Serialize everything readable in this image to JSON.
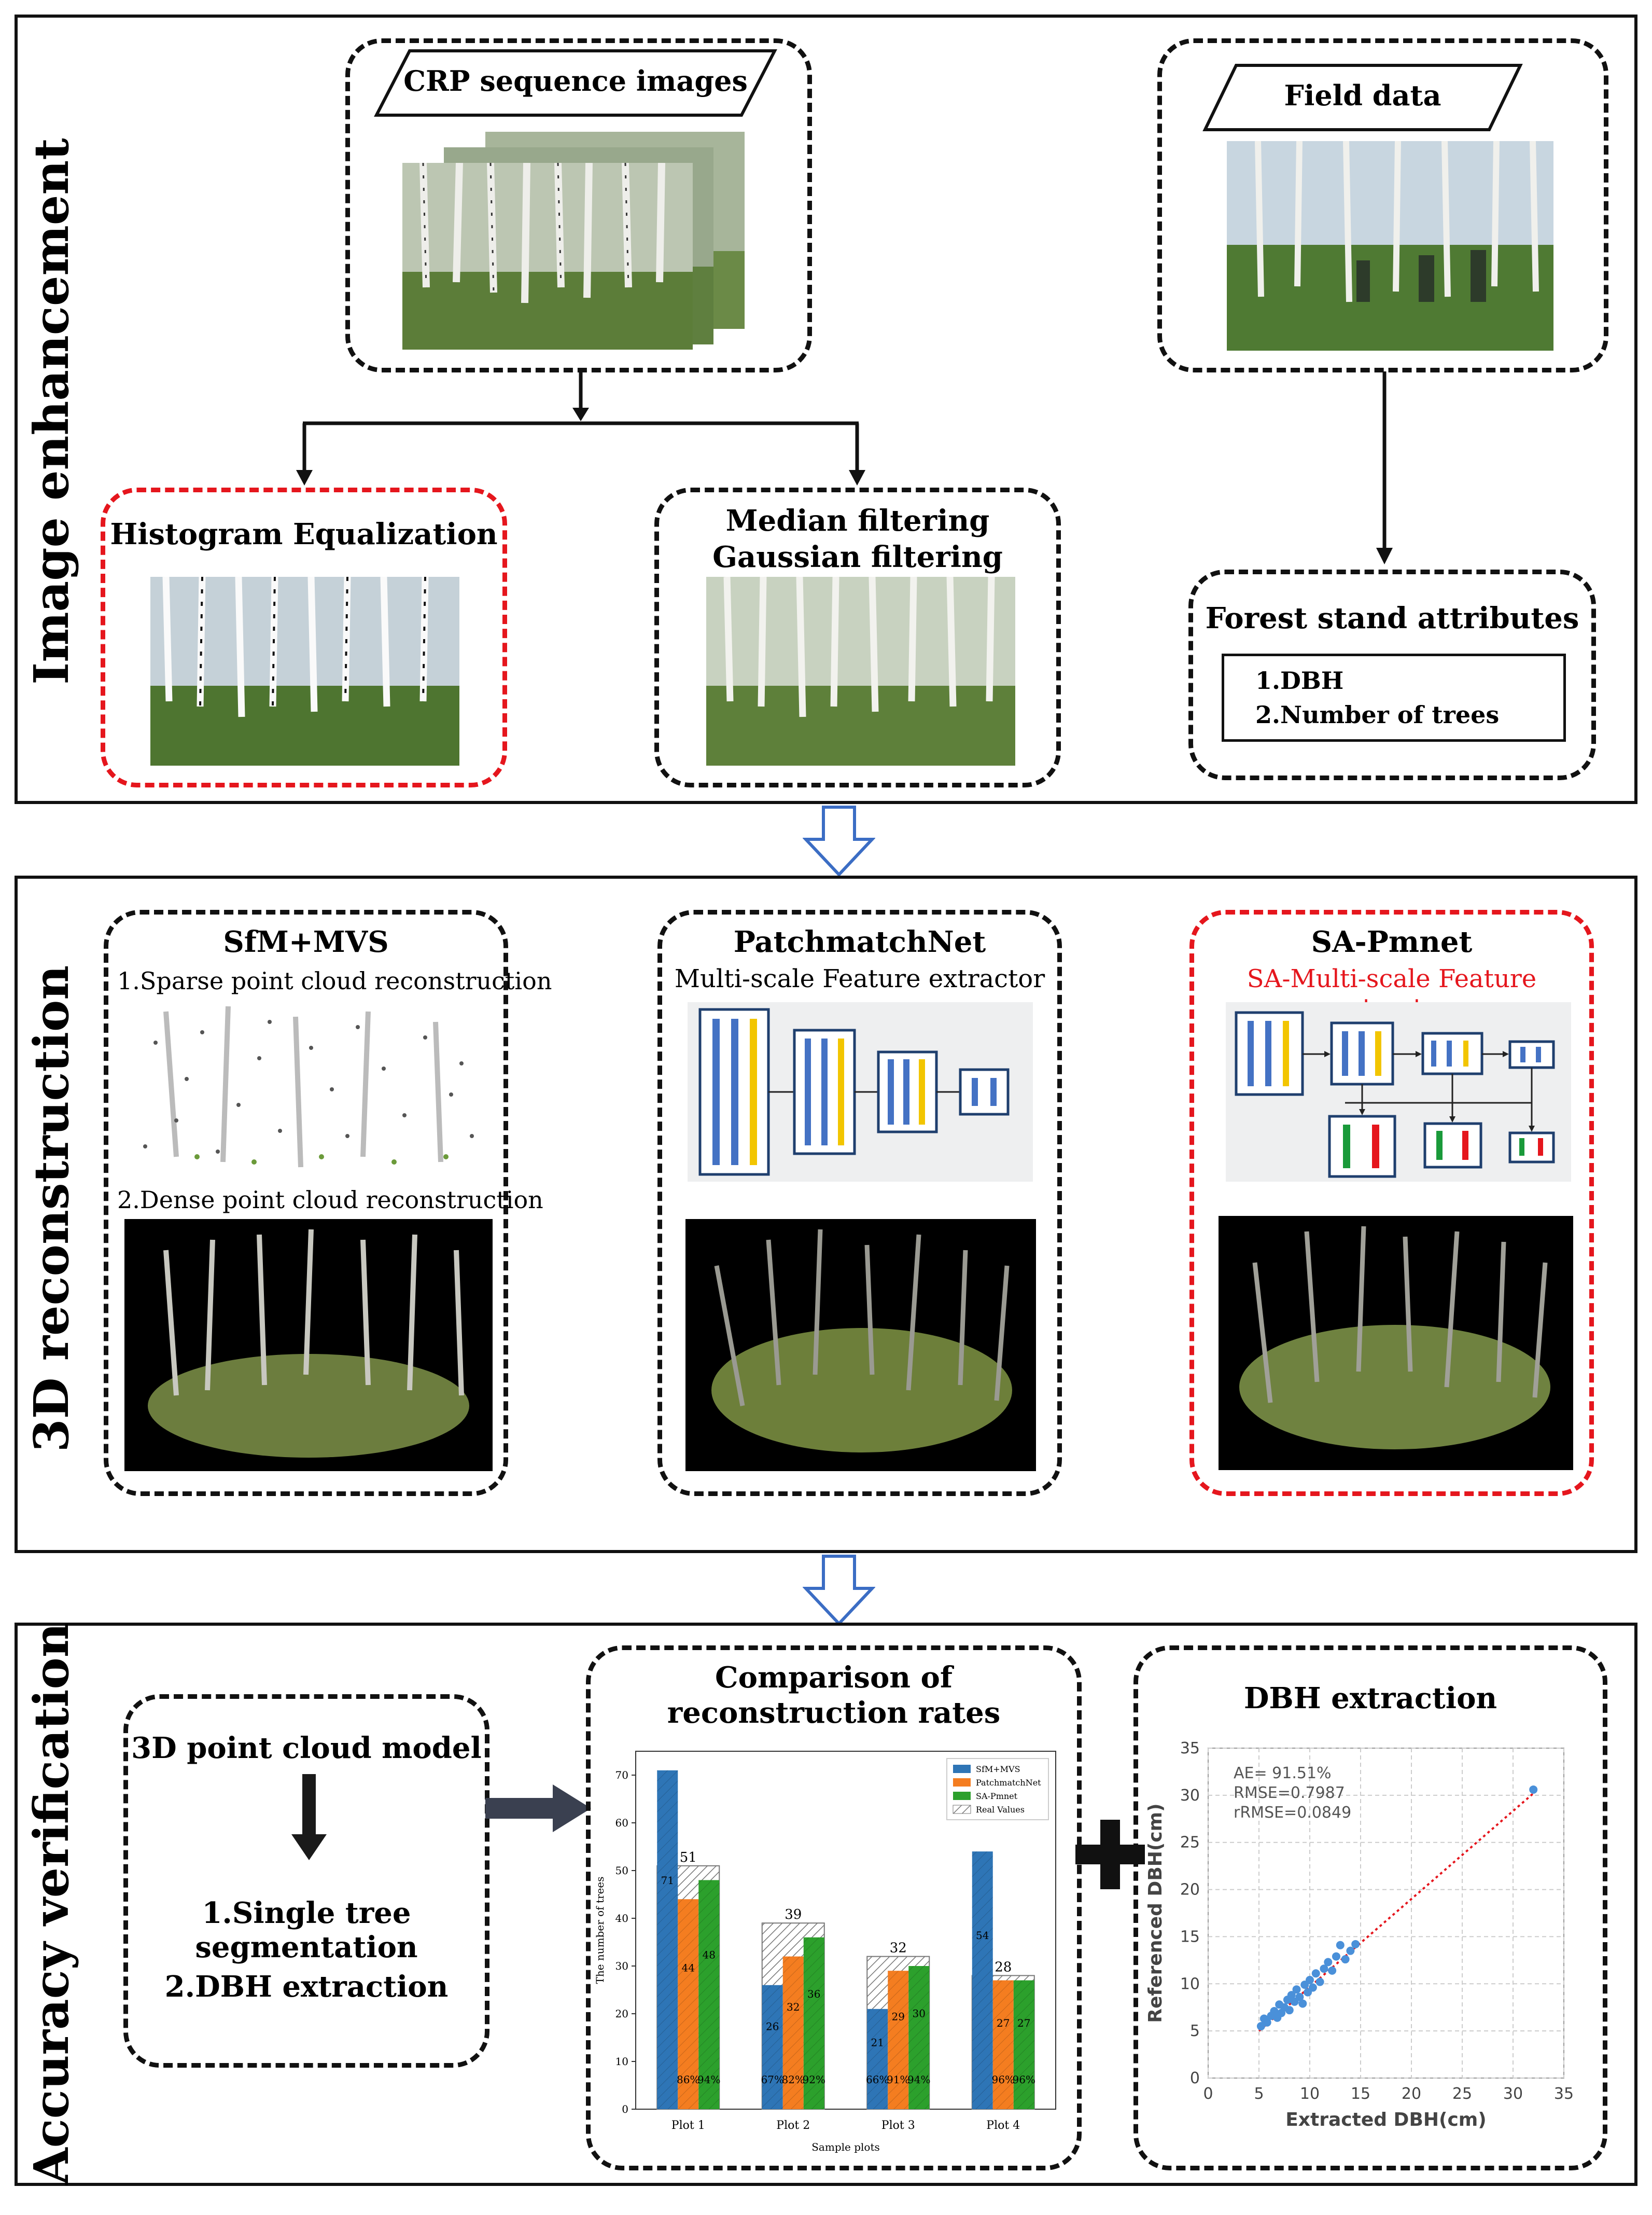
{
  "sections": {
    "enhancement": {
      "label": "Image enhancement"
    },
    "reconstruction": {
      "label": "3D reconstruction"
    },
    "verification": {
      "label": "Accuracy verification"
    }
  },
  "enhancement": {
    "crp_title": "CRP sequence images",
    "field_title": "Field data",
    "histogram_title": "Histogram Equalization",
    "median_title": "Median filtering",
    "gaussian_title": "Gaussian filtering",
    "forest_title": "Forest stand attributes",
    "attributes": [
      "1.DBH",
      "2.Number of trees"
    ]
  },
  "reconstruction": {
    "sfm_title": "SfM+MVS",
    "sfm_step1": "1.Sparse point cloud reconstruction",
    "sfm_step2": "2.Dense point cloud reconstruction",
    "pm_title": "PatchmatchNet",
    "pm_sub": "Multi-scale Feature extractor",
    "sa_title": "SA-Pmnet",
    "sa_sub": "SA-Multi-scale Feature extractor"
  },
  "verification": {
    "model_title": "3D point cloud model",
    "step1": "1.Single tree segmentation",
    "step2": "2.DBH extraction",
    "compare_title_1": "Comparison of",
    "compare_title_2": "reconstruction rates",
    "dbh_title": "DBH extraction"
  },
  "colors": {
    "blue": "#2e75b6",
    "orange": "#f47d20",
    "green": "#2ca02c",
    "red": "#e5161d",
    "yellow": "#f2c500",
    "dot": "#4a90d9"
  },
  "chart_data": [
    {
      "type": "bar",
      "categories": [
        "Plot  1",
        "Plot  2",
        "Plot  3",
        "Plot  4"
      ],
      "series": [
        {
          "name": "SfM+MVS",
          "values": [
            71,
            26,
            21,
            54
          ],
          "rate_labels": [
            "",
            "67%",
            "66%",
            ""
          ]
        },
        {
          "name": "PatchmatchNet",
          "values": [
            44,
            32,
            29,
            27
          ],
          "rate_labels": [
            "86%",
            "82%",
            "91%",
            "96%"
          ]
        },
        {
          "name": "SA-Pmnet",
          "values": [
            48,
            36,
            30,
            27
          ],
          "rate_labels": [
            "94%",
            "92%",
            "94%",
            "96%"
          ]
        }
      ],
      "real_values": {
        "name": "Real Values",
        "values": [
          51,
          39,
          32,
          28
        ]
      },
      "xlabel": "Sample plots",
      "ylabel": "The number of trees",
      "ylim": [
        0,
        75
      ],
      "yticks": [
        0,
        10,
        20,
        30,
        40,
        50,
        60,
        70
      ],
      "legend": "top-right"
    },
    {
      "type": "scatter",
      "xlabel": "Extracted DBH(cm)",
      "ylabel": "Referenced DBH(cm)",
      "xlim": [
        0,
        35
      ],
      "ylim": [
        0,
        35
      ],
      "xticks": [
        0,
        5,
        10,
        15,
        20,
        25,
        30,
        35
      ],
      "yticks": [
        0,
        5,
        10,
        15,
        20,
        25,
        30,
        35
      ],
      "grid": true,
      "annotations": [
        "AE= 91.51%",
        "RMSE=0.7987",
        "rRMSE=0.0849"
      ],
      "points": [
        [
          5.2,
          5.5
        ],
        [
          5.5,
          6.3
        ],
        [
          5.8,
          5.9
        ],
        [
          6.2,
          6.6
        ],
        [
          6.5,
          7.1
        ],
        [
          6.8,
          6.4
        ],
        [
          7.0,
          7.8
        ],
        [
          7.2,
          6.9
        ],
        [
          7.5,
          7.5
        ],
        [
          7.8,
          8.3
        ],
        [
          8.0,
          7.2
        ],
        [
          8.2,
          8.8
        ],
        [
          8.5,
          8.1
        ],
        [
          8.7,
          9.4
        ],
        [
          9.0,
          8.6
        ],
        [
          9.3,
          7.9
        ],
        [
          9.5,
          9.9
        ],
        [
          9.8,
          9.1
        ],
        [
          10.0,
          10.4
        ],
        [
          10.3,
          9.6
        ],
        [
          10.6,
          11.1
        ],
        [
          11.0,
          10.2
        ],
        [
          11.4,
          11.6
        ],
        [
          11.8,
          12.3
        ],
        [
          12.2,
          11.4
        ],
        [
          12.6,
          12.9
        ],
        [
          13.0,
          14.1
        ],
        [
          13.5,
          12.6
        ],
        [
          14.0,
          13.5
        ],
        [
          14.5,
          14.2
        ],
        [
          32.0,
          30.6
        ]
      ],
      "trendline": [
        [
          5,
          5
        ],
        [
          32,
          30.2
        ]
      ]
    }
  ]
}
